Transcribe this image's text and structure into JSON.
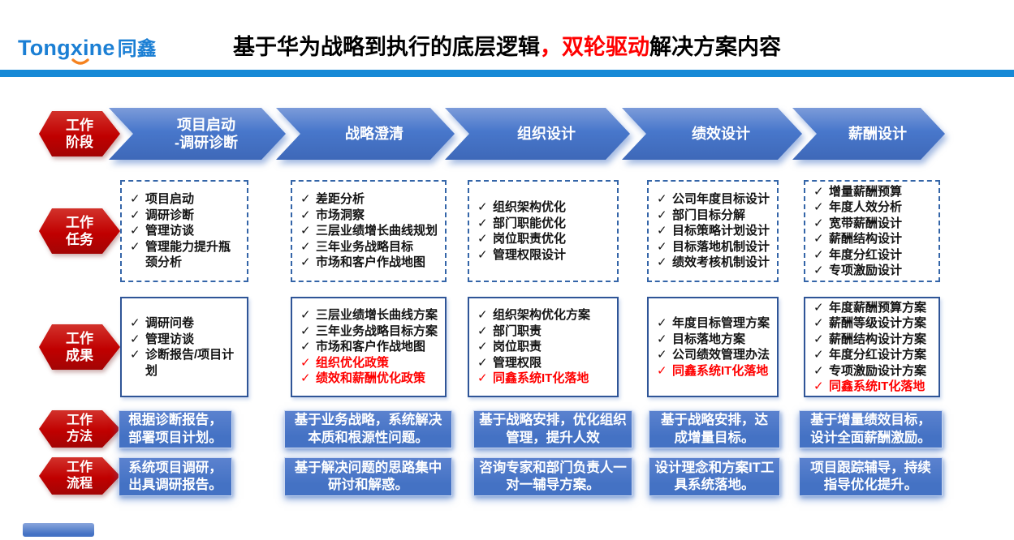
{
  "colors": {
    "accent_blue": "#4472C4",
    "label_red": "#C00000",
    "highlight_red": "#FF0000",
    "divider_blue": "#1689D6",
    "brand_blue": "#1B7FD4",
    "logo_orange": "#F5821F"
  },
  "icons": {
    "check": "✓",
    "logo_smile": "smile-arc"
  },
  "header": {
    "logo_en": "Tongxine",
    "logo_cn": "同鑫",
    "title_prefix": "基于华为战略到执行的底层逻辑",
    "title_highlight": "，双轮驱动",
    "title_suffix": "解决方案内容"
  },
  "row_labels": {
    "stage": "工作\n阶段",
    "task": "工作\n任务",
    "result": "工作\n成果",
    "method": "工作\n方法",
    "process": "工作\n流程"
  },
  "columns": [
    {
      "stage": "项目启动\n-调研诊断",
      "tasks": [
        "项目启动",
        "调研诊断",
        "管理访谈",
        "管理能力提升瓶颈分析"
      ],
      "results": [
        {
          "text": "调研问卷",
          "red": false
        },
        {
          "text": "管理访谈",
          "red": false
        },
        {
          "text": "诊断报告/项目计划",
          "red": false
        }
      ],
      "method": "根据诊断报告，部署项目计划。",
      "process": "系统项目调研，出具调研报告。"
    },
    {
      "stage": "战略澄清",
      "tasks": [
        "差距分析",
        "市场洞察",
        "三层业绩增长曲线规划",
        "三年业务战略目标",
        "市场和客户作战地图"
      ],
      "results": [
        {
          "text": "三层业绩增长曲线方案",
          "red": false
        },
        {
          "text": "三年业务战略目标方案",
          "red": false
        },
        {
          "text": "市场和客户作战地图",
          "red": false
        },
        {
          "text": "组织优化政策",
          "red": true
        },
        {
          "text": "绩效和薪酬优化政策",
          "red": true
        }
      ],
      "method": "基于业务战略，系统解决本质和根源性问题。",
      "process": "基于解决问题的思路集中研讨和解惑。"
    },
    {
      "stage": "组织设计",
      "tasks": [
        "组织架构优化",
        "部门职能优化",
        "岗位职责优化",
        "管理权限设计"
      ],
      "results": [
        {
          "text": "组织架构优化方案",
          "red": false
        },
        {
          "text": "部门职责",
          "red": false
        },
        {
          "text": "岗位职责",
          "red": false
        },
        {
          "text": "管理权限",
          "red": false
        },
        {
          "text": "同鑫系统IT化落地",
          "red": true
        }
      ],
      "method": "基于战略安排，优化组织管理，提升人效",
      "process": "咨询专家和部门负责人一对一辅导方案。"
    },
    {
      "stage": "绩效设计",
      "tasks": [
        "公司年度目标设计",
        "部门目标分解",
        "目标策略计划设计",
        "目标落地机制设计",
        "绩效考核机制设计"
      ],
      "results": [
        {
          "text": "年度目标管理方案",
          "red": false
        },
        {
          "text": "目标落地方案",
          "red": false
        },
        {
          "text": "公司绩效管理办法",
          "red": false
        },
        {
          "text": "同鑫系统IT化落地",
          "red": true
        }
      ],
      "method": "基于战略安排，达成增量目标。",
      "process": "设计理念和方案IT工具系统落地。"
    },
    {
      "stage": "薪酬设计",
      "tasks": [
        "增量薪酬预算",
        "年度人效分析",
        "宽带薪酬设计",
        "薪酬结构设计",
        "年度分红设计",
        "专项激励设计"
      ],
      "results": [
        {
          "text": "年度薪酬预算方案",
          "red": false
        },
        {
          "text": "薪酬等级设计方案",
          "red": false
        },
        {
          "text": "薪酬结构设计方案",
          "red": false
        },
        {
          "text": "年度分红设计方案",
          "red": false
        },
        {
          "text": "专项激励设计方案",
          "red": false
        },
        {
          "text": "同鑫系统IT化落地",
          "red": true
        }
      ],
      "method": "基于增量绩效目标，设计全面薪酬激励。",
      "process": "项目跟踪辅导，持续指导优化提升。"
    }
  ]
}
